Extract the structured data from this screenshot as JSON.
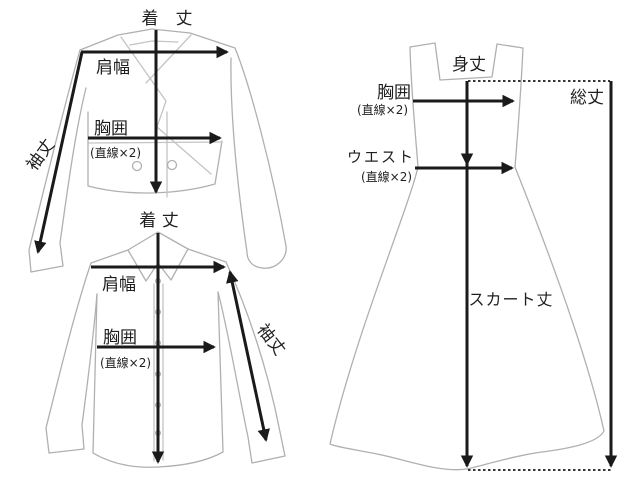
{
  "diagram_title": "clothing-measurement-guide",
  "colors": {
    "background": "#ffffff",
    "garment_outline": "#b0b0b0",
    "garment_detail": "#c4c4c4",
    "arrow": "#1a1a1a",
    "text": "#1f1f1f"
  },
  "jacket": {
    "labels": {
      "length": "着　丈",
      "shoulder": "肩幅",
      "chest": "胸囲",
      "chest_note": "(直線×2)",
      "sleeve": "袖丈"
    }
  },
  "shirt": {
    "labels": {
      "length": "着 丈",
      "shoulder": "肩幅",
      "chest": "胸囲",
      "chest_note": "(直線×2)",
      "sleeve": "袖丈"
    }
  },
  "dress": {
    "labels": {
      "body_length": "身丈",
      "chest": "胸囲",
      "chest_note": "(直線×2)",
      "waist": "ウエスト",
      "waist_note": "(直線×2)",
      "skirt_length": "スカート丈",
      "total_length": "総丈"
    }
  }
}
